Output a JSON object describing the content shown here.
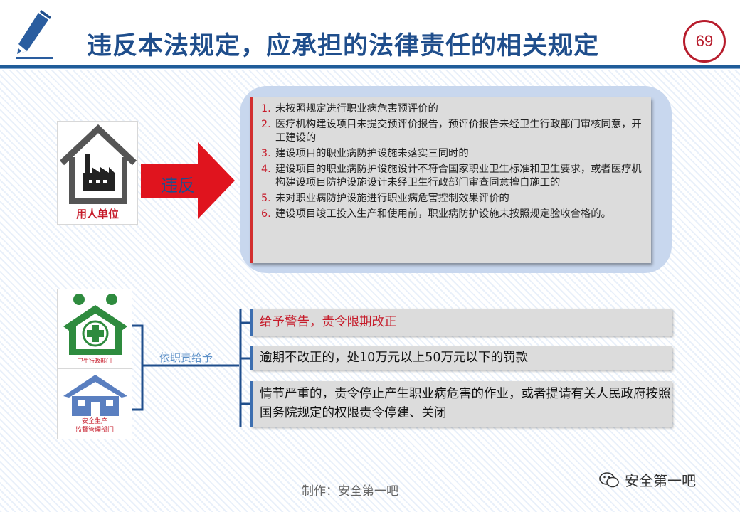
{
  "header": {
    "title": "违反本法规定，应承担的法律责任的相关规定",
    "page_number": "69"
  },
  "employer": {
    "label": "用人单位",
    "arrow_text": "违反"
  },
  "violations": [
    {
      "num": "1.",
      "text": "未按照规定进行职业病危害预评价的"
    },
    {
      "num": "2.",
      "text": "医疗机构建设项目未提交预评价报告，预评价报告未经卫生行政部门审核同意，开工建设的"
    },
    {
      "num": "3.",
      "text": "建设项目的职业病防护设施未落实三同时的"
    },
    {
      "num": "4.",
      "text": "建设项目的职业病防护设施设计不符合国家职业卫生标准和卫生要求，或者医疗机构建设项目防护设施设计未经卫生行政部门审查同意擅自施工的"
    },
    {
      "num": "5.",
      "text": "未对职业病防护设施进行职业病危害控制效果评价的"
    },
    {
      "num": "6.",
      "text": "建设项目竣工投入生产和使用前，职业病防护设施未按照规定验收合格的。"
    }
  ],
  "authorities": {
    "health_label": "卫生行政部门",
    "safety_label_line1": "安全生产",
    "safety_label_line2": "监督管理部门",
    "bracket_label": "依职责给予"
  },
  "penalties": [
    "给予警告，责令限期改正",
    "逾期不改正的，处10万元以上50万元以下的罚款",
    "情节严重的，责令停止产生职业病危害的作业，或者提请有关人民政府按照国务院规定的权限责令停建、关闭"
  ],
  "footer": {
    "maker": "制作：安全第一吧",
    "watermark": "安全第一吧"
  },
  "colors": {
    "title_blue": "#1f4e8c",
    "accent_red": "#c61b2a",
    "arrow_red": "#e0141e",
    "health_green": "#2e8b3e",
    "safety_blue": "#5a7fc0"
  }
}
